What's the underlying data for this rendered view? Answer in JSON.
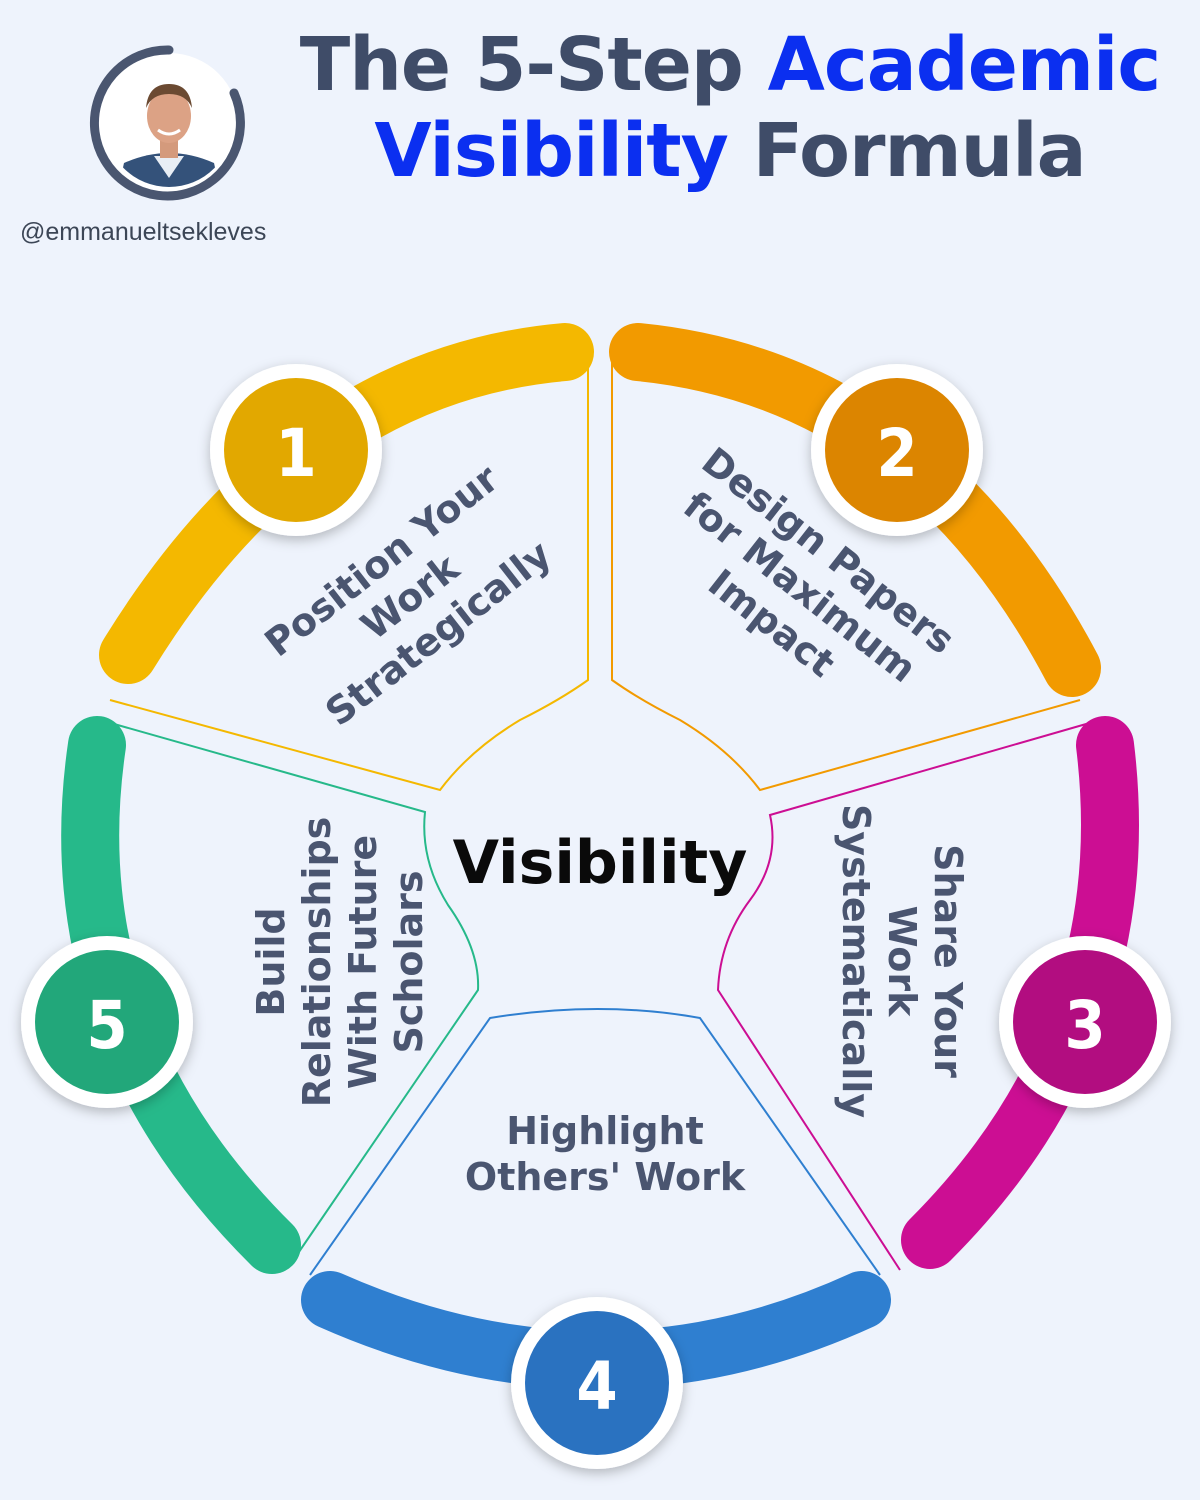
{
  "header": {
    "title_part1": "The 5-Step ",
    "title_highlight1": "Academic",
    "title_highlight2": "Visibility",
    "title_part2": " Formula",
    "handle": "@emmanueltsekleves"
  },
  "center_label": "Visibility",
  "steps": [
    {
      "number": "1",
      "label_lines": [
        "Position Your",
        "Work",
        "Strategically"
      ],
      "color": "#f4b800",
      "badge": "#e2a800"
    },
    {
      "number": "2",
      "label_lines": [
        "Design Papers",
        "for Maximum",
        "Impact"
      ],
      "color": "#f29a00",
      "badge": "#dc8500"
    },
    {
      "number": "3",
      "label_lines": [
        "Share Your",
        "Work",
        "Systematically"
      ],
      "color": "#cc0e93",
      "badge": "#b20c80"
    },
    {
      "number": "4",
      "label_lines": [
        "Highlight",
        "Others' Work"
      ],
      "color": "#2f7fd0",
      "badge": "#2a72c0"
    },
    {
      "number": "5",
      "label_lines": [
        "Build",
        "Relationships",
        "With Future",
        "Scholars"
      ],
      "color": "#26b98a",
      "badge": "#21a77a"
    }
  ],
  "icons": {
    "avatar": "avatar-photo"
  }
}
